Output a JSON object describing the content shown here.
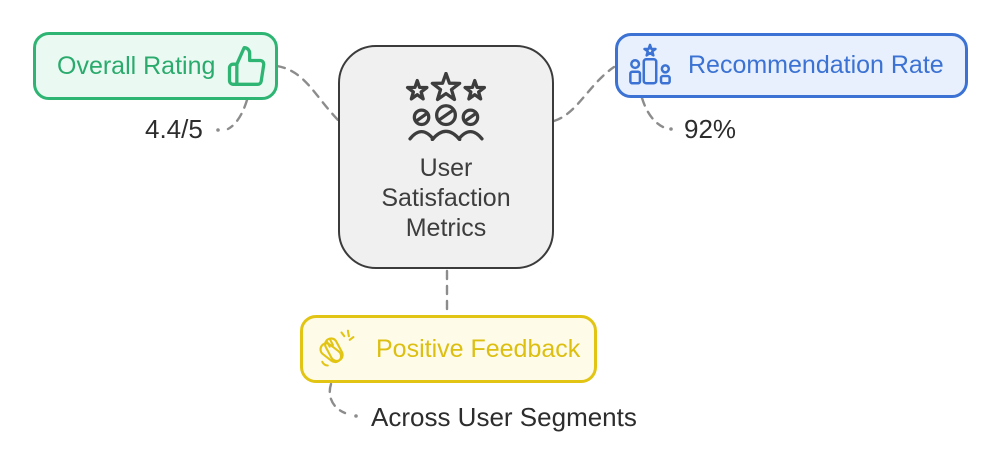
{
  "diagram": {
    "center": {
      "title": "User Satisfaction Metrics",
      "icon": "stars-people-icon",
      "border_color": "#3b3b3b",
      "background": "#f0f0f0"
    },
    "nodes": [
      {
        "id": "overall-rating",
        "label": "Overall Rating",
        "value": "4.4/5",
        "icon": "thumbs-up-icon",
        "accent_color": "#2fb573",
        "background": "#eafaf2"
      },
      {
        "id": "recommendation-rate",
        "label": "Recommendation Rate",
        "value": "92%",
        "icon": "ranking-podium-icon",
        "accent_color": "#3b72d3",
        "background": "#e7f0fc"
      },
      {
        "id": "positive-feedback",
        "label": "Positive Feedback",
        "value": "Across User Segments",
        "icon": "clapping-hands-icon",
        "accent_color": "#e2c514",
        "background": "#fefbe9"
      }
    ],
    "connector_color": "#8c8c8c",
    "text_color": "#2d2d2d"
  }
}
